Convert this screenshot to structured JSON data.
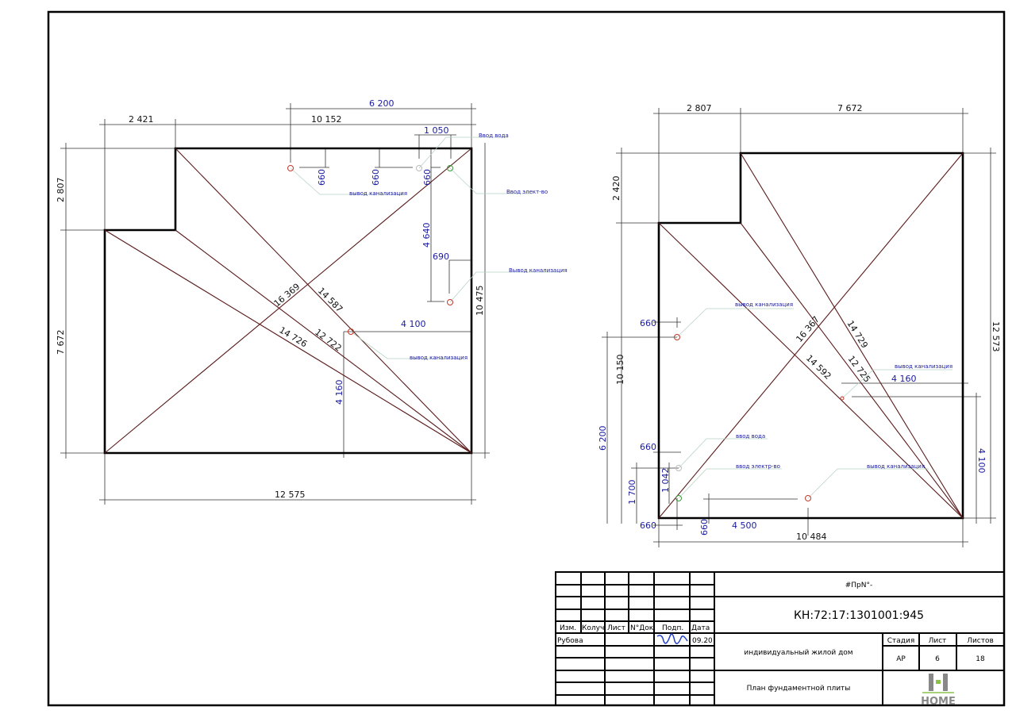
{
  "left_plan": {
    "dims_black": [
      "2 421",
      "10 152",
      "2 807",
      "7 672",
      "12 575",
      "10 475",
      "16 369",
      "14 587",
      "14 726",
      "12 722"
    ],
    "dims_blue": [
      "6 200",
      "1 050",
      "660",
      "660",
      "660",
      "4 640",
      "690",
      "4 100",
      "4 160"
    ],
    "labels": [
      "вывод канализация",
      "Ввод вода",
      "Ввод элект-во",
      "Вывод канализация",
      "вывод канализация"
    ]
  },
  "right_plan": {
    "dims_black": [
      "2 807",
      "7 672",
      "2 420",
      "10 150",
      "12 573",
      "10 484",
      "16 367",
      "14 729",
      "14 592",
      "12 725"
    ],
    "dims_blue": [
      "660",
      "6 200",
      "4 160",
      "4 100",
      "660",
      "1 042",
      "1 700",
      "660",
      "660",
      "4 500"
    ],
    "labels": [
      "вывод канализация",
      "вывод канализация",
      "ввод вода",
      "ввод электр-во",
      "вывод канализация"
    ]
  },
  "title_block": {
    "headers": [
      "Изм.",
      "Колуч.",
      "Лист",
      "N°Док.",
      "Подп.",
      "Дата"
    ],
    "author": "Рубова",
    "date": "09.20",
    "doc_code": "#ПрN°-",
    "cadastral": "КН:72:17:1301001:945",
    "object": "индивидуальный жилой дом",
    "sheet_title": "План фундаментной плиты",
    "stage_label": "Стадия",
    "sheet_label": "Лист",
    "sheets_label": "Листов",
    "stage": "АР",
    "sheet": "6",
    "sheets": "18",
    "logo_text": "HOME"
  },
  "colors": {
    "red_point": "#c0392b",
    "green_point": "#3a9a3a",
    "dimension_blue": "#1a1aa0",
    "diagonal": "#5a1a1a"
  }
}
